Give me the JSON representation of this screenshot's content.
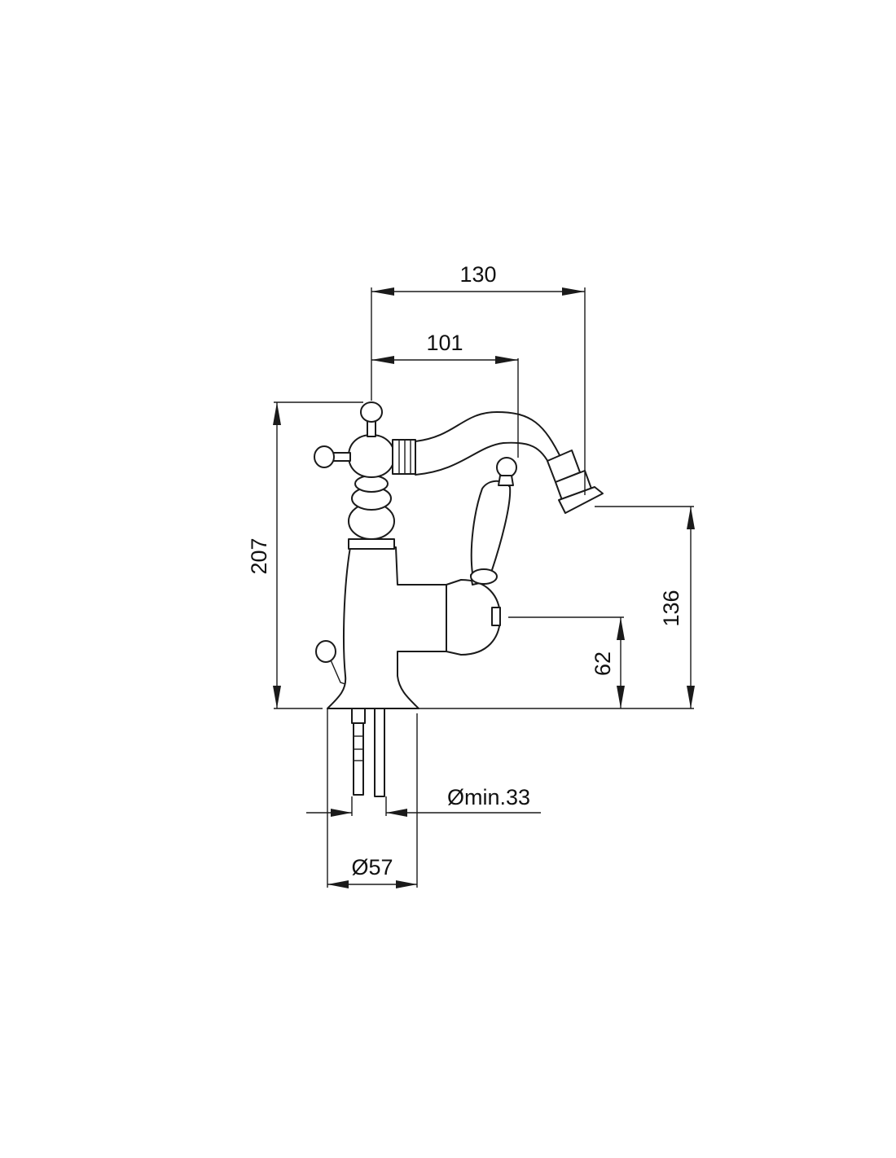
{
  "drawing": {
    "colors": {
      "line": "#1a1a1a",
      "background": "#ffffff"
    },
    "dimensions": {
      "total_reach": "130",
      "lever_to_spout": "101",
      "total_height": "207",
      "spout_outlet_height": "136",
      "lever_axis_height": "62",
      "base_diameter": "Ø57",
      "hole_min_diameter": "Ømin.33"
    }
  }
}
